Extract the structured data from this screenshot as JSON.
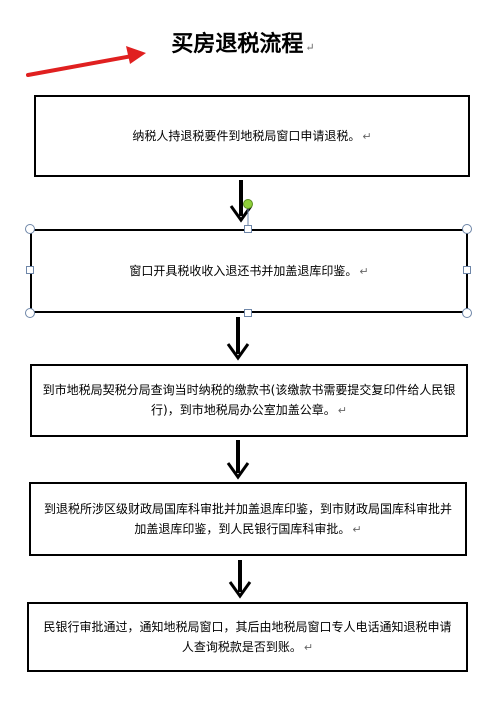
{
  "title": "买房退税流程",
  "steps": [
    "纳税人持退税要件到地税局窗口申请退税。",
    "窗口开具税收收入退还书并加盖退库印鉴。",
    "到市地税局契税分局查询当时纳税的缴款书(该缴款书需要提交复印件给人民银行)，到市地税局办公室加盖公章。",
    "到退税所涉区级财政局国库科审批并加盖退库印鉴，到市财政局国库科审批并加盖退库印鉴，到人民银行国库科审批。",
    "民银行审批通过，通知地税局窗口，其后由地税局窗口专人电话通知退税申请人查询税款是否到账。"
  ],
  "paragraph_mark": "↵",
  "colors": {
    "annotation_arrow": "#e02020",
    "selection_handle": "#6e86a8",
    "rotate_handle": "#8fcf3a"
  }
}
